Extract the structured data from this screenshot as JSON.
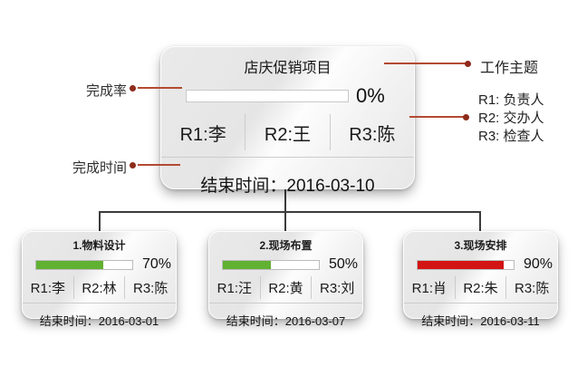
{
  "annotations": {
    "completion_rate_label": "完成率",
    "completion_time_label": "完成时间",
    "work_topic_label": "工作主题",
    "role_legend": {
      "r1": "R1: 负责人",
      "r2": "R2: 交办人",
      "r3": "R3: 检查人"
    }
  },
  "main_card": {
    "title": "店庆促销项目",
    "progress_percent": 0,
    "progress_label": "0%",
    "bar_color": "#61b132",
    "roles": {
      "r1": "R1:李",
      "r2": "R2:王",
      "r3": "R3:陈"
    },
    "end_time_label": "结束时间：2016-03-10"
  },
  "sub_cards": [
    {
      "title": "1.物料设计",
      "progress_percent": 70,
      "progress_label": "70%",
      "bar_color": "#61b132",
      "roles": {
        "r1": "R1:李",
        "r2": "R2:林",
        "r3": "R3:陈"
      },
      "end_time_label": "结束时间：2016-03-01"
    },
    {
      "title": "2.现场布置",
      "progress_percent": 50,
      "progress_label": "50%",
      "bar_color": "#61b132",
      "roles": {
        "r1": "R1:汪",
        "r2": "R2:黄",
        "r3": "R3:刘"
      },
      "end_time_label": "结束时间：2016-03-07"
    },
    {
      "title": "3.现场安排",
      "progress_percent": 90,
      "progress_label": "90%",
      "bar_color": "#d31414",
      "roles": {
        "r1": "R1:肖",
        "r2": "R2:朱",
        "r3": "R3:陈"
      },
      "end_time_label": "结束时间：2016-03-11"
    }
  ],
  "colors": {
    "green_bar": "#61b132",
    "red_bar": "#d31414",
    "annotation_line": "#b44a32",
    "annotation_dot": "#8e2b1b",
    "connector_line": "#3c3c3c",
    "card_divider": "#cccccc"
  }
}
